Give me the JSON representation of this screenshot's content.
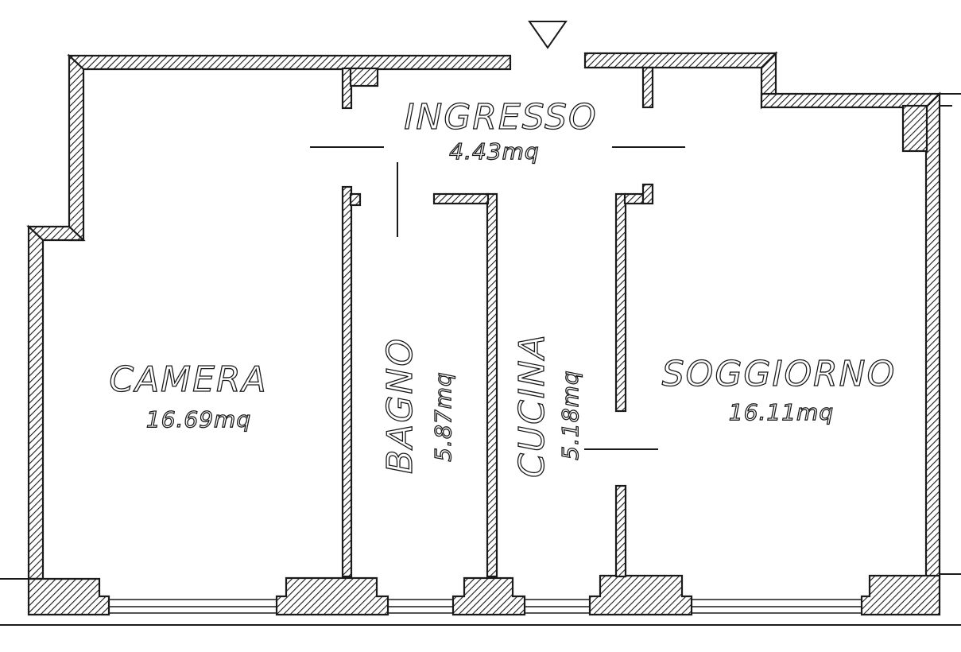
{
  "rooms": {
    "ingresso": {
      "name": "INGRESSO",
      "area": "4.43mq"
    },
    "camera": {
      "name": "CAMERA",
      "area": "16.69mq"
    },
    "bagno": {
      "name": "BAGNO",
      "area": "5.87mq"
    },
    "cucina": {
      "name": "CUCINA",
      "area": "5.18mq"
    },
    "soggiorno": {
      "name": "SOGGIORNO",
      "area": "16.11mq"
    }
  }
}
